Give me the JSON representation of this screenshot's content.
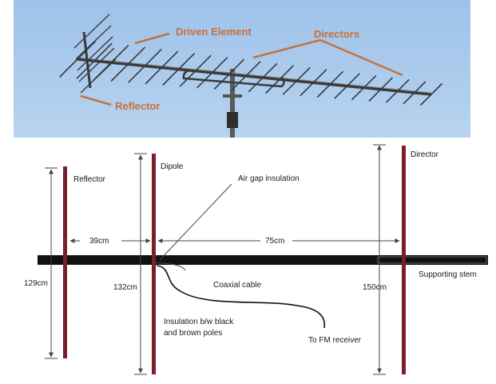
{
  "photo": {
    "labels": {
      "driven_element": "Driven Element",
      "directors": "Directors",
      "reflector": "Reflector"
    },
    "colors": {
      "sky": "#a9c8ea",
      "label": "#c8703a",
      "rod": "#3a3a3a"
    }
  },
  "diagram": {
    "elements": {
      "reflector": "Reflector",
      "dipole": "Dipole",
      "director": "Director"
    },
    "lengths": {
      "reflector": "129cm",
      "dipole": "132cm",
      "director": "150cm"
    },
    "spacings": {
      "reflector_dipole": "39cm",
      "dipole_director": "75cm"
    },
    "annotations": {
      "air_gap": "Air gap insulation",
      "coaxial": "Coaxial cable",
      "supporting_stem": "Supporting stem",
      "insulation_line1": "Insulation b/w black",
      "insulation_line2": "and brown poles",
      "fm_receiver": "To FM receiver"
    },
    "colors": {
      "pole": "#7a1f2b",
      "stem": "#111111",
      "line": "#333333"
    }
  }
}
